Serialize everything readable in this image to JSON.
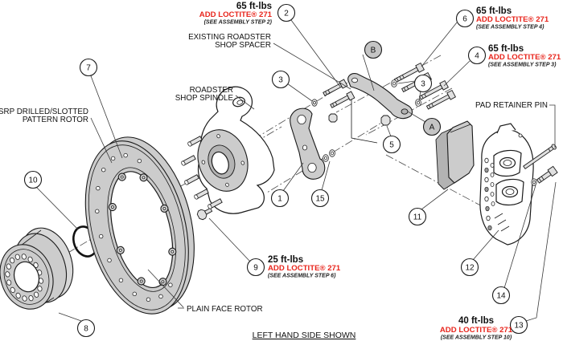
{
  "diagram": {
    "footer": "LEFT HAND SIDE SHOWN",
    "labels": {
      "srp_line1": "SRP DRILLED/SLOTTED",
      "srp_line2": "PATTERN ROTOR",
      "spacer_line1": "EXISTING ROADSTER",
      "spacer_line2": "SHOP SPACER",
      "spindle_line1": "ROADSTER",
      "spindle_line2": "SHOP SPINDLE",
      "pad_retainer_pin": "PAD RETAINER PIN",
      "plain_face_rotor": "PLAIN FACE ROTOR"
    },
    "notes": [
      {
        "torque": "65 ft-lbs",
        "loctite": "ADD LOCTITE® 271",
        "step": "(SEE ASSEMBLY STEP 2)"
      },
      {
        "torque": "65 ft-lbs",
        "loctite": "ADD LOCTITE® 271",
        "step": "(SEE ASSEMBLY STEP 4)"
      },
      {
        "torque": "65 ft-lbs",
        "loctite": "ADD LOCTITE® 271",
        "step": "(SEE ASSEMBLY STEP 3)"
      },
      {
        "torque": "25 ft-lbs",
        "loctite": "ADD LOCTITE® 271",
        "step": "(SEE ASSEMBLY STEP 6)"
      },
      {
        "torque": "40 ft-lbs",
        "loctite": "ADD LOCTITE® 271",
        "step": "(SEE ASSEMBLY STEP 10)"
      }
    ],
    "callouts": {
      "c1": "1",
      "c2": "2",
      "c3": "3",
      "c4": "4",
      "c5": "5",
      "c6": "6",
      "c7": "7",
      "c8": "8",
      "c9": "9",
      "c10": "10",
      "c11": "11",
      "c12": "12",
      "c13": "13",
      "c14": "14",
      "c15": "15",
      "cA": "A",
      "cB": "B"
    },
    "colors": {
      "loctite_red": "#e8251c",
      "part_gray": "#cccccc",
      "callout_gray": "#c4c4c4",
      "line_black": "#1a1a1a"
    }
  }
}
